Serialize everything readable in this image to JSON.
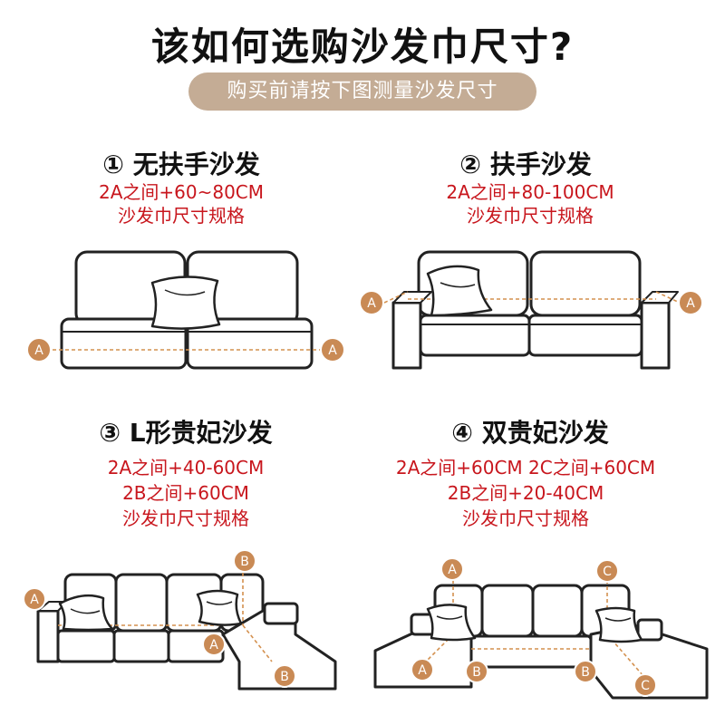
{
  "header": {
    "title": "该如何选购沙发巾尺寸?",
    "subtitle": "购买前请按下图测量沙发尺寸"
  },
  "sections": [
    {
      "title": "① 无扶手沙发",
      "specs": [
        "2A之间+60~80CM",
        "沙发巾尺寸规格"
      ]
    },
    {
      "title": "② 扶手沙发",
      "specs": [
        "2A之间+80-100CM",
        "沙发巾尺寸规格"
      ]
    },
    {
      "title": "③ L形贵妃沙发",
      "specs": [
        "2A之间+40-60CM",
        "2B之间+60CM",
        "沙发巾尺寸规格"
      ]
    },
    {
      "title": "④ 双贵妃沙发",
      "specs": [
        "2A之间+60CM 2C之间+60CM",
        "2B之间+20-40CM",
        "沙发巾尺寸规格"
      ]
    }
  ],
  "markers": {
    "a": "A",
    "b": "B",
    "c": "C"
  },
  "colors": {
    "accent_pill": "#c4ac95",
    "spec_text": "#c8161d",
    "marker_fill": "#c98a55",
    "dashed_line": "#d4914f"
  }
}
